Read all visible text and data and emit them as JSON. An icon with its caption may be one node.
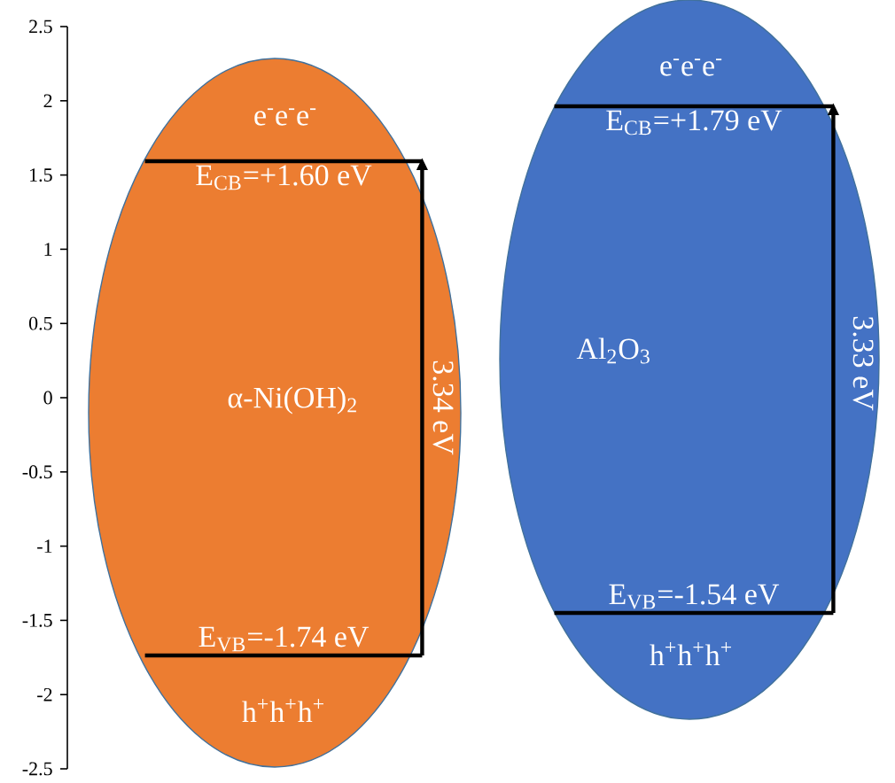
{
  "diagram": {
    "nodes": [
      {
        "text": [
          "e$^{-}$e$^{-}$e$^{-}$",
          "α-Ni(OH)$_{2}$",
          "h$^{+}$h$^{+}$h$^{+}$"
        ]
      },
      {
        "text": [
          "E$_{CB}$=+1.60 eV"
        ],
        "in": 0
      },
      {
        "text": [
          "E$_{VB}$=-1.74 eV"
        ],
        "in": 0
      },
      {
        "text": [
          "e$^{-}$e$^{-}$e$^{-}$",
          "Al$_{2}$O$_{3}$",
          "h$^{+}$h$^{+}$h$^{+}$"
        ]
      },
      {
        "text": [
          "E$_{CB}$=+1.79 eV"
        ],
        "in": 3
      },
      {
        "text": [
          "E$_{VB}$=-1.54 eV"
        ],
        "in": 3
      }
    ],
    "edges": [
      {
        "from": 2,
        "to": 1,
        "arrow": "to",
        "label": "3.34 eV"
      },
      {
        "from": 5,
        "to": 4,
        "arrow": "to",
        "label": "3.33 eV"
      }
    ],
    "labels": [
      "2.5",
      "2",
      "1.5",
      "1",
      "0.5",
      "0",
      "-0.5",
      "-1",
      "-1.5",
      "-2",
      "-2.5"
    ]
  }
}
